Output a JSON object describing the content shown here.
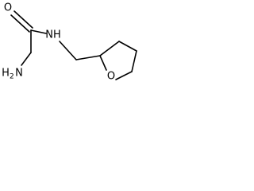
{
  "molecule": {
    "atoms": {
      "carbonyl_oxygen": "O",
      "amide_nitrogen": "NH",
      "amine_group": "H",
      "amine_n": "N",
      "amine_subscript": "2",
      "ring_oxygen": "O"
    },
    "colors": {
      "bond": "#000000",
      "label": "#000000",
      "background": "#ffffff"
    }
  }
}
